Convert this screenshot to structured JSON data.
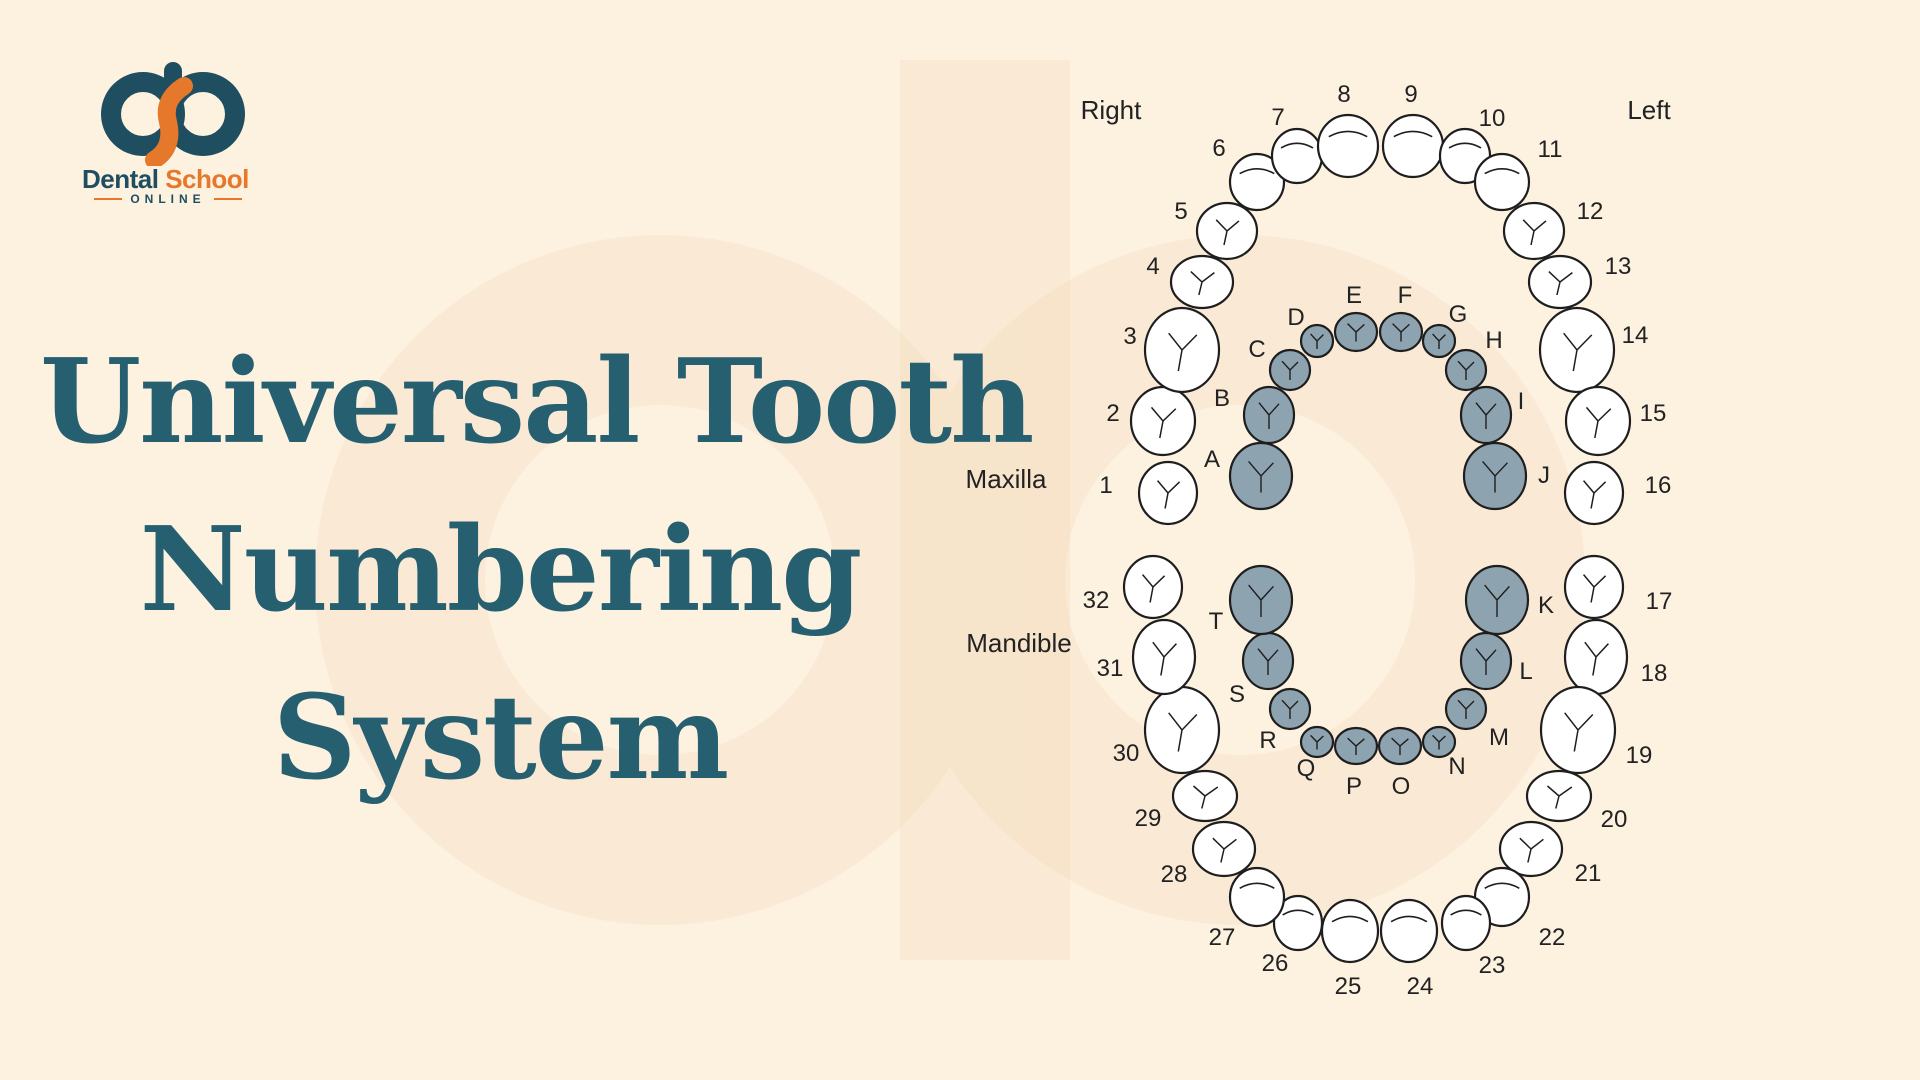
{
  "brand": {
    "name_part1": "Dental",
    "name_part2": "School",
    "subtitle": "ONLINE",
    "colors": {
      "navy": "#1f4e60",
      "orange": "#e5782b"
    }
  },
  "title": {
    "line1": "Universal Tooth",
    "line2": "Numbering",
    "line3": "System"
  },
  "diagram": {
    "side_labels": {
      "right": "Right",
      "left": "Left",
      "maxilla": "Maxilla",
      "mandible": "Mandible"
    },
    "permanent_teeth": [
      "1",
      "2",
      "3",
      "4",
      "5",
      "6",
      "7",
      "8",
      "9",
      "10",
      "11",
      "12",
      "13",
      "14",
      "15",
      "16",
      "17",
      "18",
      "19",
      "20",
      "21",
      "22",
      "23",
      "24",
      "25",
      "26",
      "27",
      "28",
      "29",
      "30",
      "31",
      "32"
    ],
    "primary_teeth": [
      "A",
      "B",
      "C",
      "D",
      "E",
      "F",
      "G",
      "H",
      "I",
      "J",
      "K",
      "L",
      "M",
      "N",
      "O",
      "P",
      "Q",
      "R",
      "S",
      "T"
    ],
    "colors": {
      "permanent_fill": "#ffffff",
      "primary_fill": "#8ea3b0",
      "outline": "#1e1e1e"
    }
  }
}
